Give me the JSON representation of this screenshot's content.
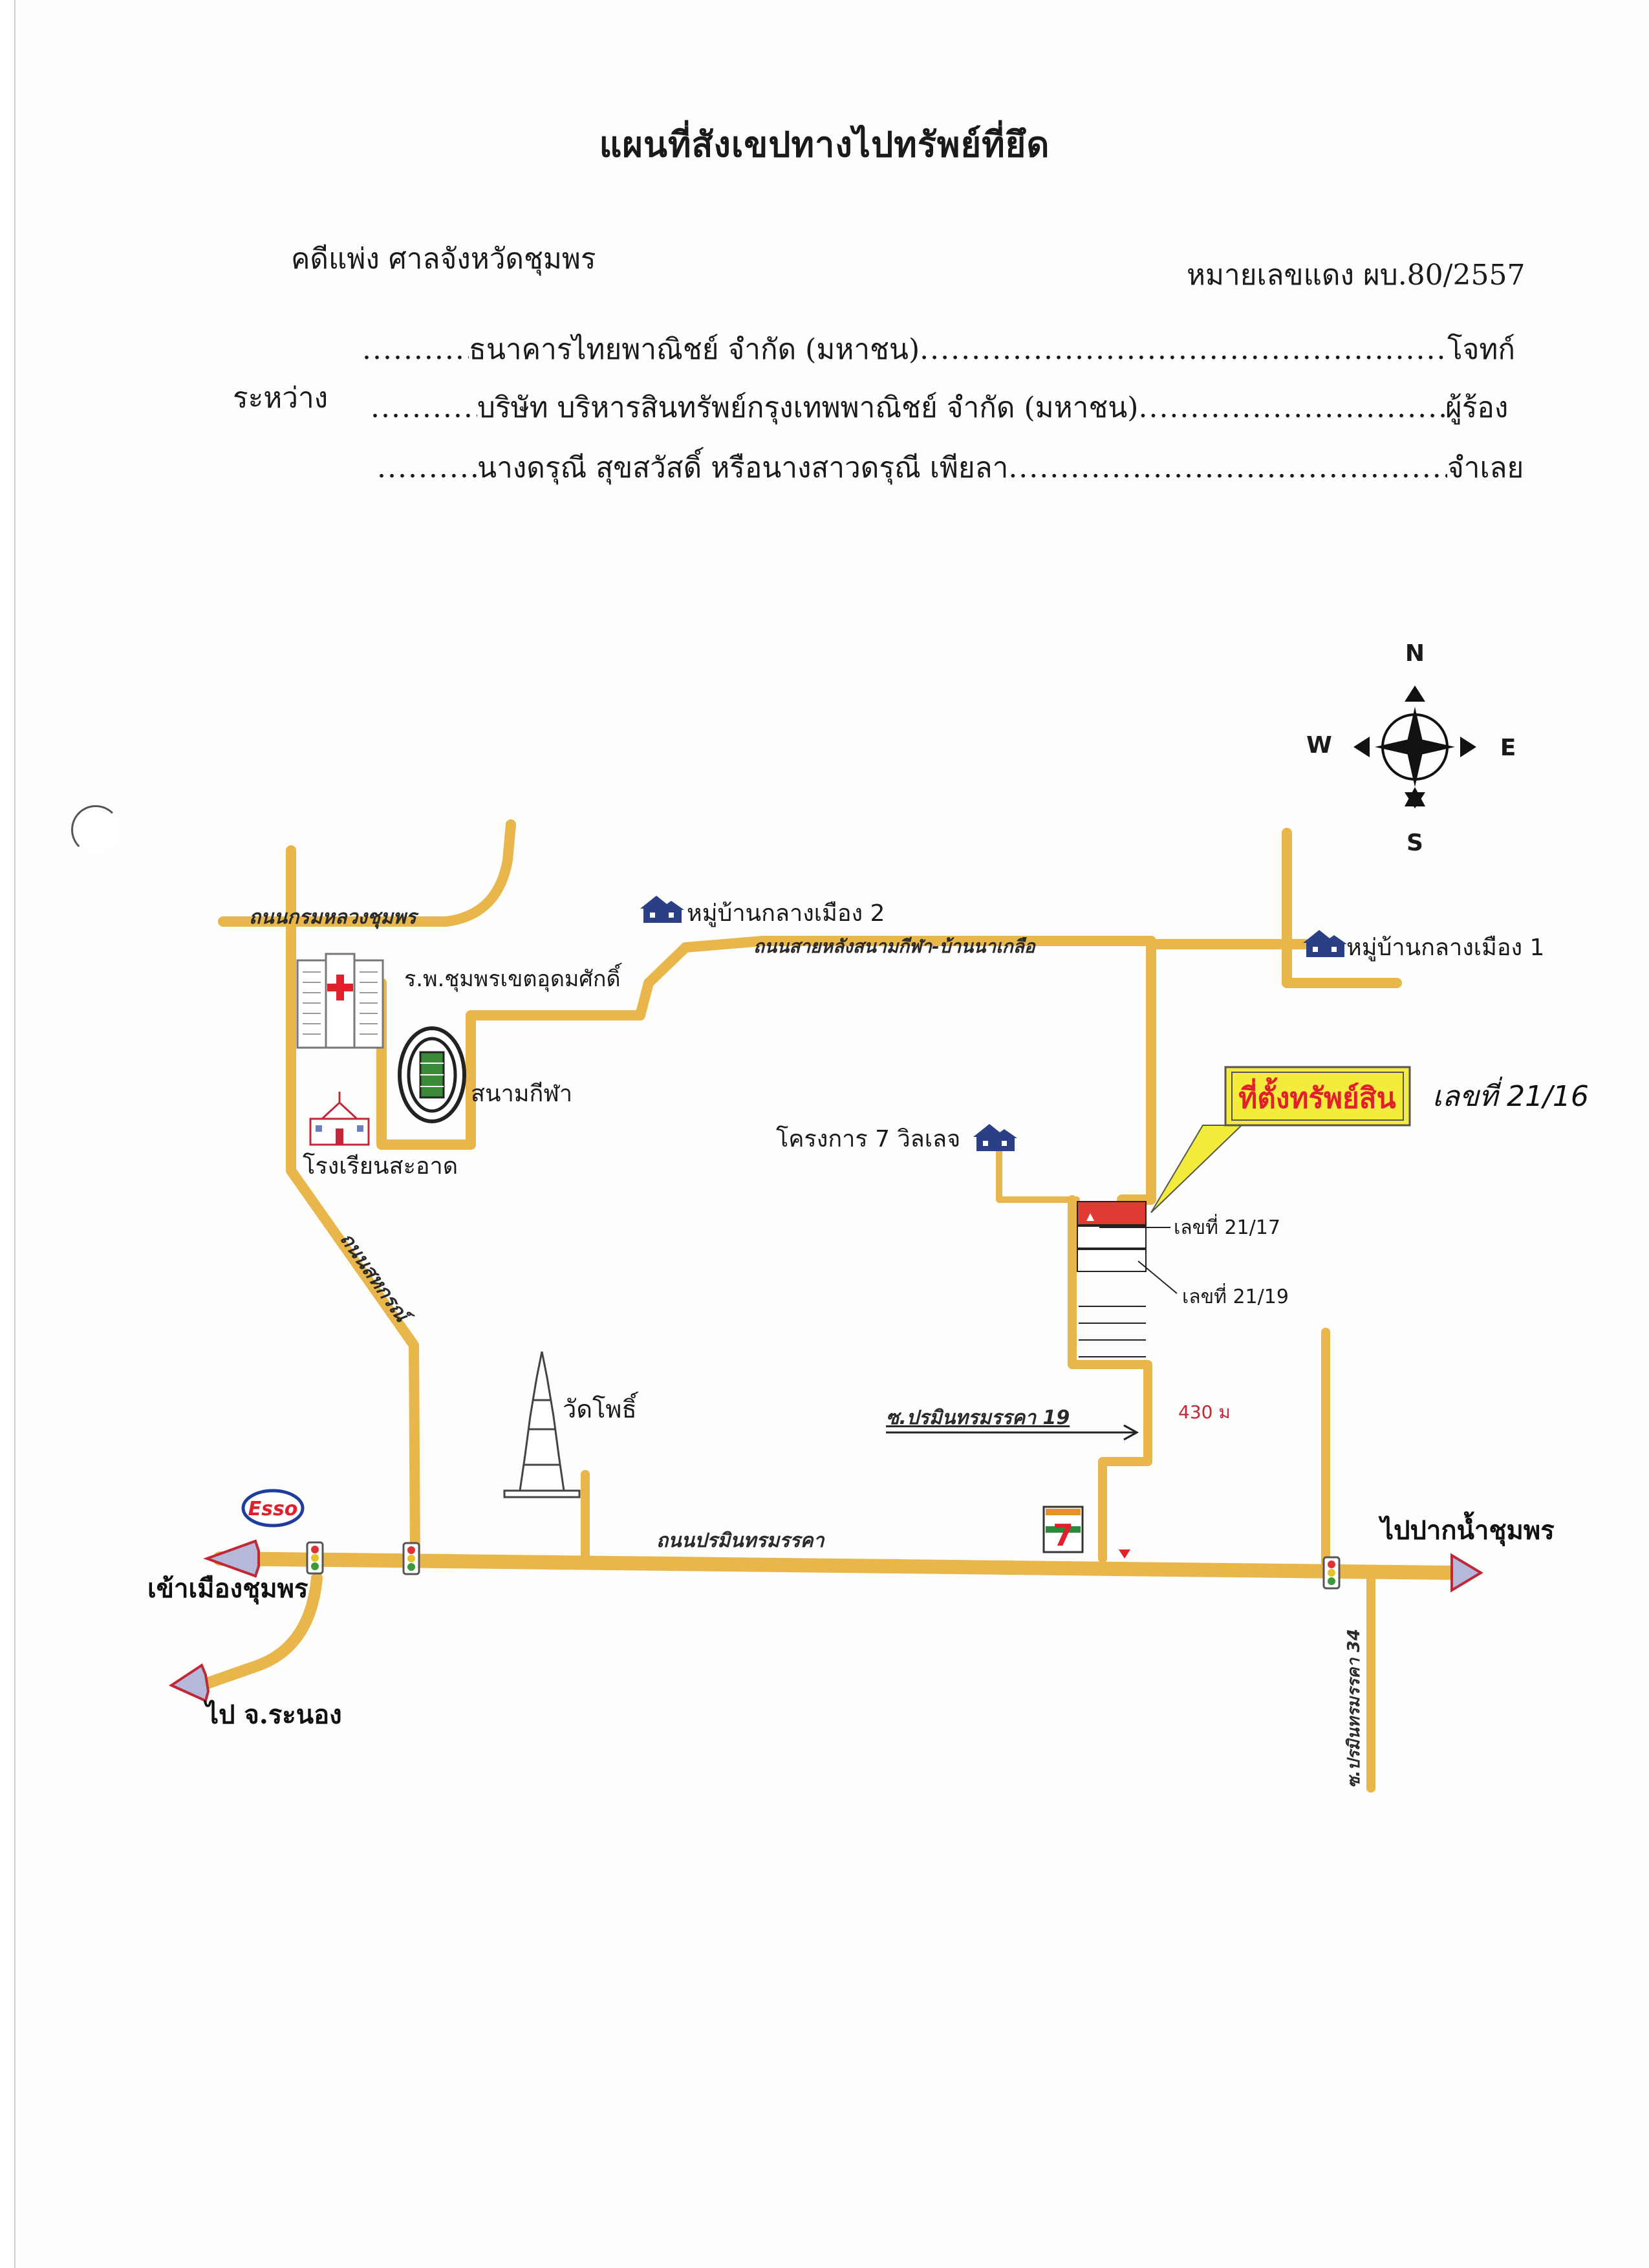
{
  "header": {
    "title": "แผนที่สังเขปทางไปทรัพย์ที่ยึด",
    "case_type": "คดีแพ่ง ศาลจังหวัดชุมพร",
    "case_number": "หมายเลขแดง ผบ.80/2557",
    "between_label": "ระหว่าง"
  },
  "parties": [
    {
      "name": "ธนาคารไทยพาณิชย์ จำกัด (มหาชน)",
      "role": "โจทก์"
    },
    {
      "name": "บริษัท บริหารสินทรัพย์กรุงเทพพาณิชย์ จำกัด (มหาชน)",
      "role": "ผู้ร้อง"
    },
    {
      "name": "นางดรุณี สุขสวัสดิ์ หรือนางสาวดรุณี เพียลา",
      "role": "จำเลย"
    }
  ],
  "compass": {
    "n": "N",
    "s": "S",
    "e": "E",
    "w": "W"
  },
  "map": {
    "roads": {
      "krom_luang": "ถนนกรมหลวงชุมพร",
      "sai_lang": "ถนนสายหลังสนามกีฬา-บ้านนาเกลือ",
      "sahakorn": "ถนนสหกรณ์",
      "poramin": "ถนนปรมินทรมรรคา",
      "soi19": "ซ.ปรมินทรมรรคา 19",
      "soi34": "ซ.ปรมินทรมรรคา 34"
    },
    "places": {
      "village2": "หมู่บ้านกลางเมือง 2",
      "village1": "หมู่บ้านกลางเมือง 1",
      "hospital": "ร.พ.ชุมพรเขตอุดมศักดิ์",
      "stadium": "สนามกีฬา",
      "school": "โรงเรียนสะอาด",
      "project7": "โครงการ 7 วิลเลจ",
      "temple": "วัดโพธิ์",
      "esso": "Esso",
      "seven_eleven": "7"
    },
    "property_callout": "ที่ตั้งทรัพย์สิน",
    "handwritten_note": "เลขที่ 21/16",
    "house_2117": "เลขที่ 21/17",
    "house_2119": "เลขที่ 21/19",
    "distance": "430 ม",
    "to_city": "เข้าเมืองชุมพร",
    "to_ranong": "ไป จ.ระนอง",
    "to_paknam": "ไปปากน้ำชุมพร"
  },
  "colors": {
    "road": "#e8b64a",
    "road_edge": "#c9922a",
    "arrow_fill": "#b5b8d8",
    "arrow_edge": "#c0283a",
    "callout": "#f4ec3c",
    "callout_text": "#e0202a",
    "property": "#e03a32",
    "house": "#2a3f86"
  }
}
